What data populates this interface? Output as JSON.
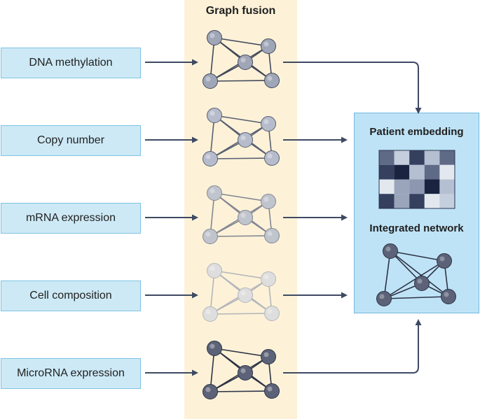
{
  "fusion": {
    "title": "Graph fusion",
    "band_color": "#fdf2d8"
  },
  "omics": [
    {
      "label": "DNA methylation",
      "node_color": "#9fa6b8",
      "edge_color": "#44495a",
      "opacity": 1.0
    },
    {
      "label": "Copy number",
      "node_color": "#b6bccc",
      "edge_color": "#5a6072",
      "opacity": 1.0
    },
    {
      "label": "mRNA expression",
      "node_color": "#b6bccc",
      "edge_color": "#6f7588",
      "opacity": 0.85
    },
    {
      "label": "Cell composition",
      "node_color": "#d4d8e2",
      "edge_color": "#9ca2b2",
      "opacity": 0.75
    },
    {
      "label": "MicroRNA expression",
      "node_color": "#5c6378",
      "edge_color": "#2e3346",
      "opacity": 1.0
    }
  ],
  "output": {
    "embedding_title": "Patient embedding",
    "network_title": "Integrated network",
    "panel_color": "#bfe3f6",
    "heatmap": [
      [
        "#5f6a86",
        "#c5cedd",
        "#34405e",
        "#b4bfd2",
        "#5f6a86"
      ],
      [
        "#34405e",
        "#1a2440",
        "#b4bfd2",
        "#5f6a86",
        "#e3e8ef"
      ],
      [
        "#e3e8ef",
        "#9aa5bb",
        "#8d98b0",
        "#1a2440",
        "#b4bfd2"
      ],
      [
        "#34405e",
        "#9aa5bb",
        "#34405e",
        "#e3e8ef",
        "#c5cedd"
      ]
    ],
    "network_node_color": "#5c6378",
    "network_edge_color": "#2e3346"
  },
  "arrow_color": "#3e4a63"
}
